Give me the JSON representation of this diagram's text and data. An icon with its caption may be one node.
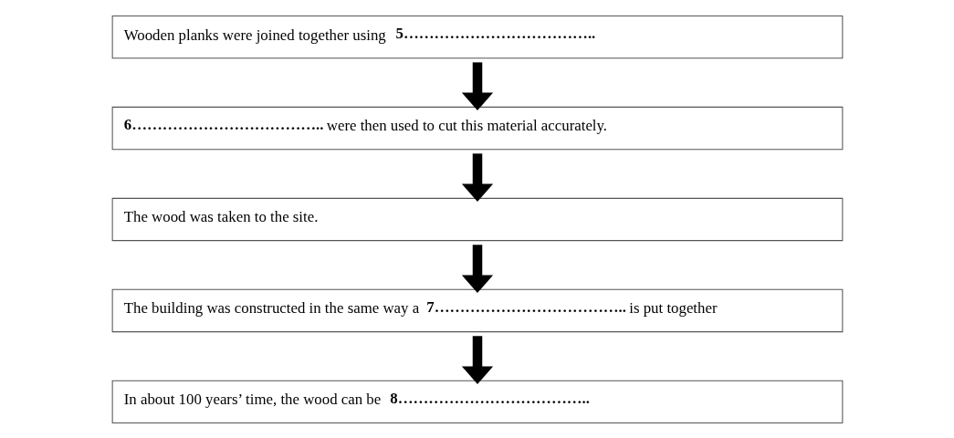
{
  "diagram": {
    "nodes": [
      {
        "text": [
          "Wooden planks were joined together using **5………………………………..**"
        ]
      },
      {
        "text": [
          "**6………………………………..** were then used to cut this material accurately."
        ]
      },
      {
        "text": [
          "The wood was taken to the site."
        ]
      },
      {
        "text": [
          "The building was constructed in the same way a **7………………………………..** is put together"
        ]
      },
      {
        "text": [
          "In about 100 years’ time, the wood can be **8………………………………..**"
        ]
      }
    ],
    "edges": [
      {
        "from": 0,
        "to": 1,
        "arrow": "to"
      },
      {
        "from": 1,
        "to": 2,
        "arrow": "to"
      },
      {
        "from": 2,
        "to": 3,
        "arrow": "to"
      },
      {
        "from": 3,
        "to": 4,
        "arrow": "to"
      }
    ]
  }
}
